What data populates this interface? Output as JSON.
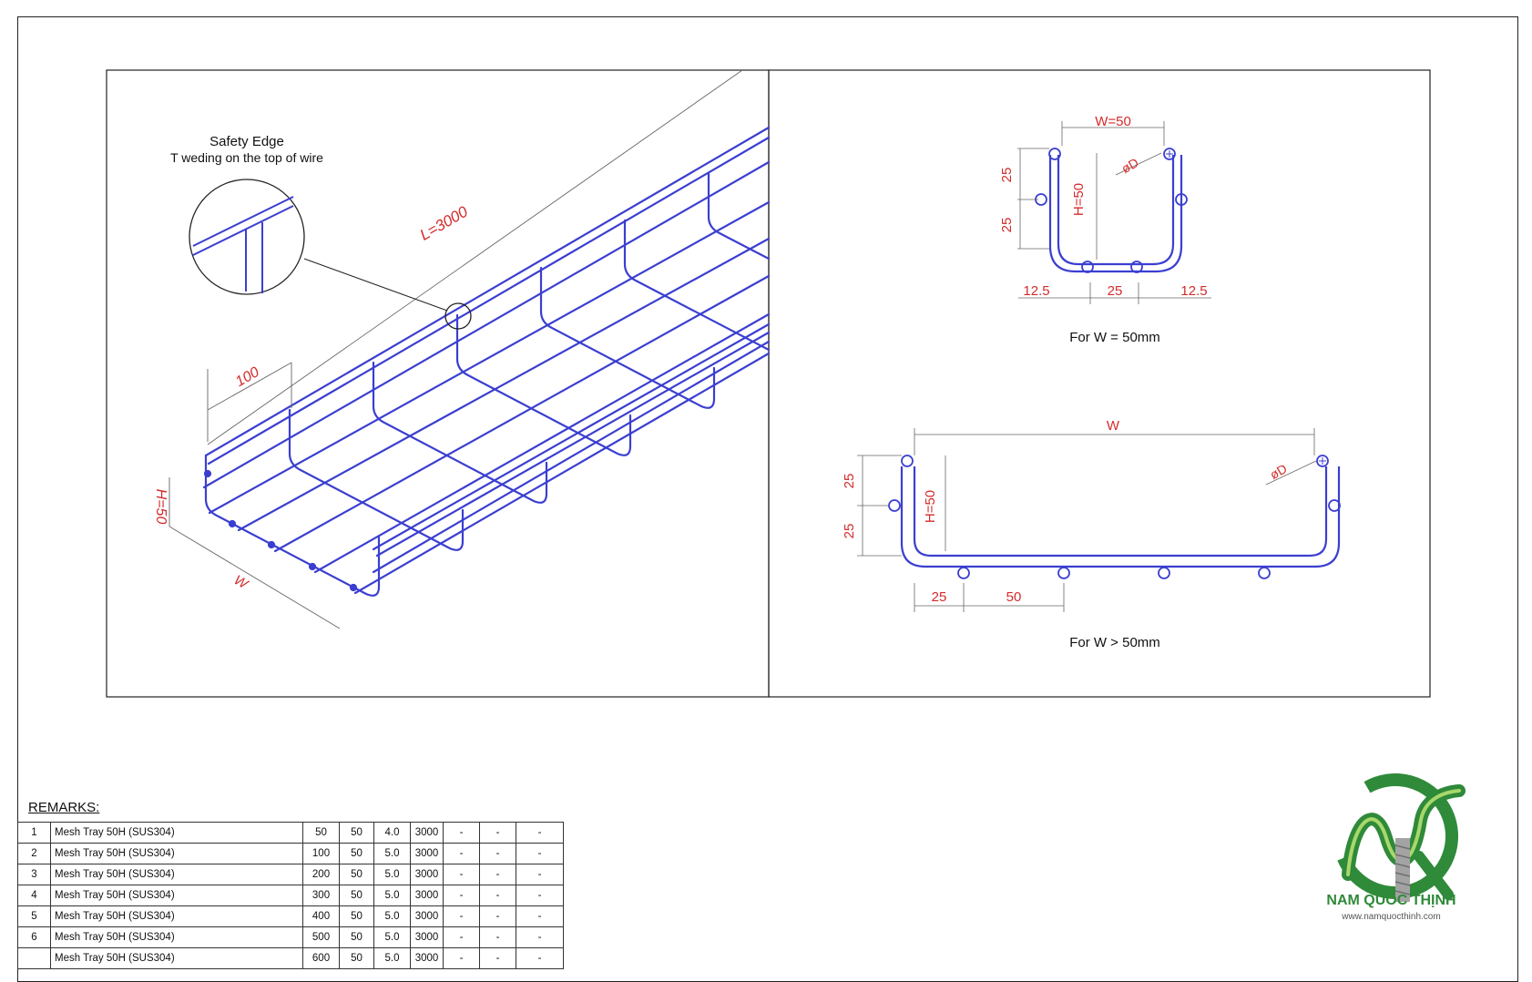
{
  "drawing": {
    "safety_title": "Safety Edge",
    "safety_sub": "T weding on the top of wire",
    "length_label": "L=3000",
    "pitch_label": "100",
    "height_label": "H=50",
    "width_label": "W",
    "sec1": {
      "w": "W=50",
      "h": "H=50",
      "d": "øD",
      "d25a": "25",
      "d25b": "25",
      "b1": "12.5",
      "b2": "25",
      "b3": "12.5",
      "caption": "For W = 50mm"
    },
    "sec2": {
      "w": "W",
      "h": "H=50",
      "d": "øD",
      "d25a": "25",
      "d25b": "25",
      "b1": "25",
      "b2": "50",
      "caption": "For W > 50mm"
    }
  },
  "remarks_title": "REMARKS:",
  "table": [
    {
      "no": "1",
      "desc": "Mesh Tray 50H (SUS304)",
      "w": "50",
      "h": "50",
      "d": "4.0",
      "l": "3000",
      "c5": "-",
      "c6": "-",
      "c7": "-"
    },
    {
      "no": "2",
      "desc": "Mesh Tray 50H (SUS304)",
      "w": "100",
      "h": "50",
      "d": "5.0",
      "l": "3000",
      "c5": "-",
      "c6": "-",
      "c7": "-"
    },
    {
      "no": "3",
      "desc": "Mesh Tray 50H (SUS304)",
      "w": "200",
      "h": "50",
      "d": "5.0",
      "l": "3000",
      "c5": "-",
      "c6": "-",
      "c7": "-"
    },
    {
      "no": "4",
      "desc": "Mesh Tray 50H (SUS304)",
      "w": "300",
      "h": "50",
      "d": "5.0",
      "l": "3000",
      "c5": "-",
      "c6": "-",
      "c7": "-"
    },
    {
      "no": "5",
      "desc": "Mesh Tray 50H (SUS304)",
      "w": "400",
      "h": "50",
      "d": "5.0",
      "l": "3000",
      "c5": "-",
      "c6": "-",
      "c7": "-"
    },
    {
      "no": "6",
      "desc": "Mesh Tray 50H (SUS304)",
      "w": "500",
      "h": "50",
      "d": "5.0",
      "l": "3000",
      "c5": "-",
      "c6": "-",
      "c7": "-"
    },
    {
      "no": "",
      "desc": "Mesh Tray 50H (SUS304)",
      "w": "600",
      "h": "50",
      "d": "5.0",
      "l": "3000",
      "c5": "-",
      "c6": "-",
      "c7": "-"
    }
  ],
  "logo": {
    "brand": "NAM QUỐC THỊNH",
    "website": "www.namquocthinh.com"
  },
  "colors": {
    "wire": "#3b3fd0",
    "dimension": "#d42a2a",
    "brand_green": "#2f8a3a"
  }
}
